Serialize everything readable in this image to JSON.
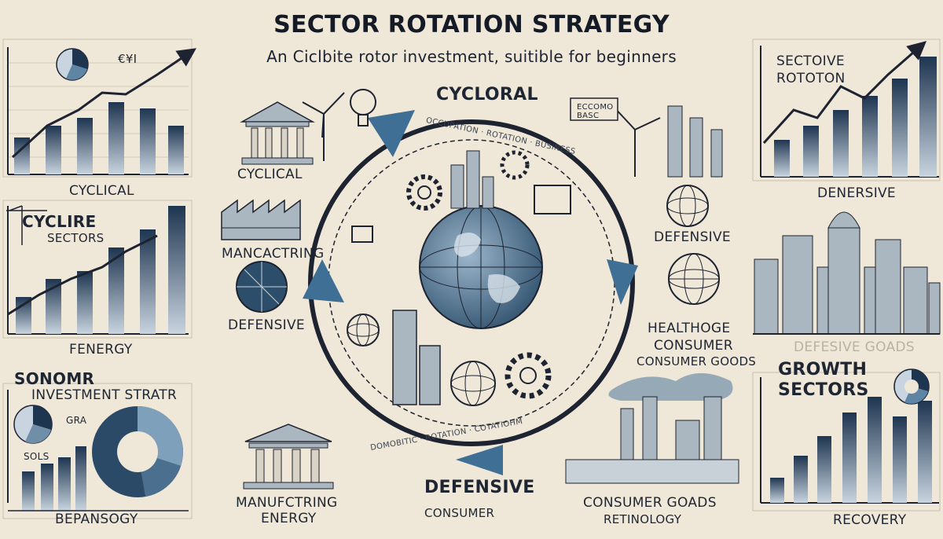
{
  "header": {
    "title": "SECTOR ROTATION STRATEGY",
    "subtitle": "An Ciclbite rotor investment, suitible for beginners"
  },
  "left_panels": {
    "top_label": "CYCLICAL",
    "top_tag": "€¥I",
    "mid_title": "CYCLIRE",
    "mid_sub": "SECTORS",
    "mid_label": "FENERGY",
    "bottom_title": "SONOMR",
    "bottom_sub": "INVESTMENT STRATR",
    "bottom_label": "BEPANSOGY",
    "bottom_small_1": "GRA",
    "bottom_small_2": "SOLS"
  },
  "center": {
    "cyclical_heading": "CYCLORAL",
    "cyclical_label": "CYCLICAL",
    "manufacturing_label": "MANCACTRING",
    "defensive_left": "DEFENSIVE",
    "defensive_right": "DEFENSIVE",
    "healthcare_label": "HEALTHOGE",
    "consumer_label": "CONSUMER",
    "consumer_goods_label": "CONSUMER GOODS",
    "defensive_bottom": "DEFENSIVE",
    "consumer_bottom": "CONSUMER",
    "manufacturing_bottom_1": "MANUFCTRING",
    "manufacturing_bottom_2": "ENERGY",
    "consumer_goods_bottom_1": "CONSUMER GOADS",
    "consumer_goods_bottom_2": "RETINOLOGY",
    "sign_text": "ECCOMO BASC",
    "ring_text_outer": "OCCUPATION · ROTATION · BUSINESS",
    "ring_text_inner": "DOMOBITIC · ROTATION · COTATIOHM"
  },
  "right_panels": {
    "top_title_1": "SECTOIVE",
    "top_title_2": "ROTOTON",
    "top_label": "DENERSIVE",
    "mid_label": "DEFESIVE GOADS",
    "bottom_title_1": "GROWTH",
    "bottom_title_2": "SECTORS",
    "bottom_label": "RECOVERY"
  },
  "colors": {
    "background": "#efe7d7",
    "ink": "#1d2330",
    "accent_blue": "#3f6f95",
    "bar_dark": "#1e3550",
    "bar_light": "#c8d4df"
  },
  "icons": [
    "globe-icon",
    "gear-icon",
    "pie-chart-icon",
    "lightbulb-icon",
    "wind-turbine-icon",
    "bank-building-icon",
    "factory-icon",
    "factory-smokestack-icon",
    "city-skyline-icon",
    "circular-arrows-icon"
  ]
}
